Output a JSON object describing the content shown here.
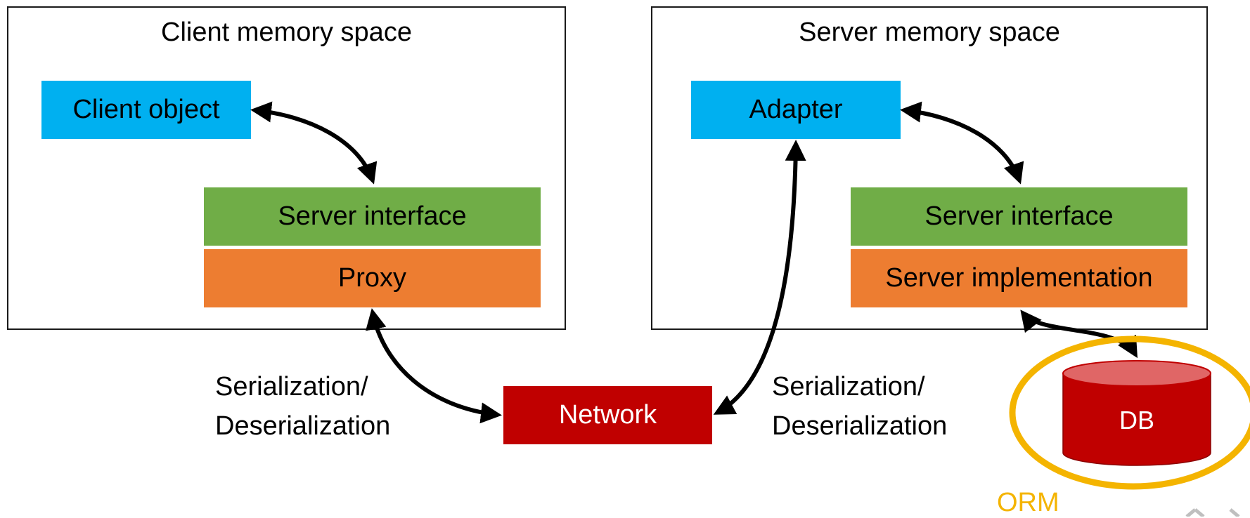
{
  "client_panel": {
    "title": "Client memory space",
    "client_object": "Client object",
    "server_interface": "Server interface",
    "proxy": "Proxy"
  },
  "server_panel": {
    "title": "Server memory space",
    "adapter": "Adapter",
    "server_interface": "Server interface",
    "server_implementation": "Server implementation"
  },
  "network": "Network",
  "left_label": {
    "line1": "Serialization/",
    "line2": "Deserialization"
  },
  "right_label": {
    "line1": "Serialization/",
    "line2": "Deserialization"
  },
  "db": "DB",
  "orm": "ORM",
  "colors": {
    "blue": "#00b0f0",
    "green": "#70ad47",
    "orange": "#ed7d31",
    "red": "#c00000",
    "db_top": "#e06666",
    "orm_highlight": "#f4b400"
  }
}
